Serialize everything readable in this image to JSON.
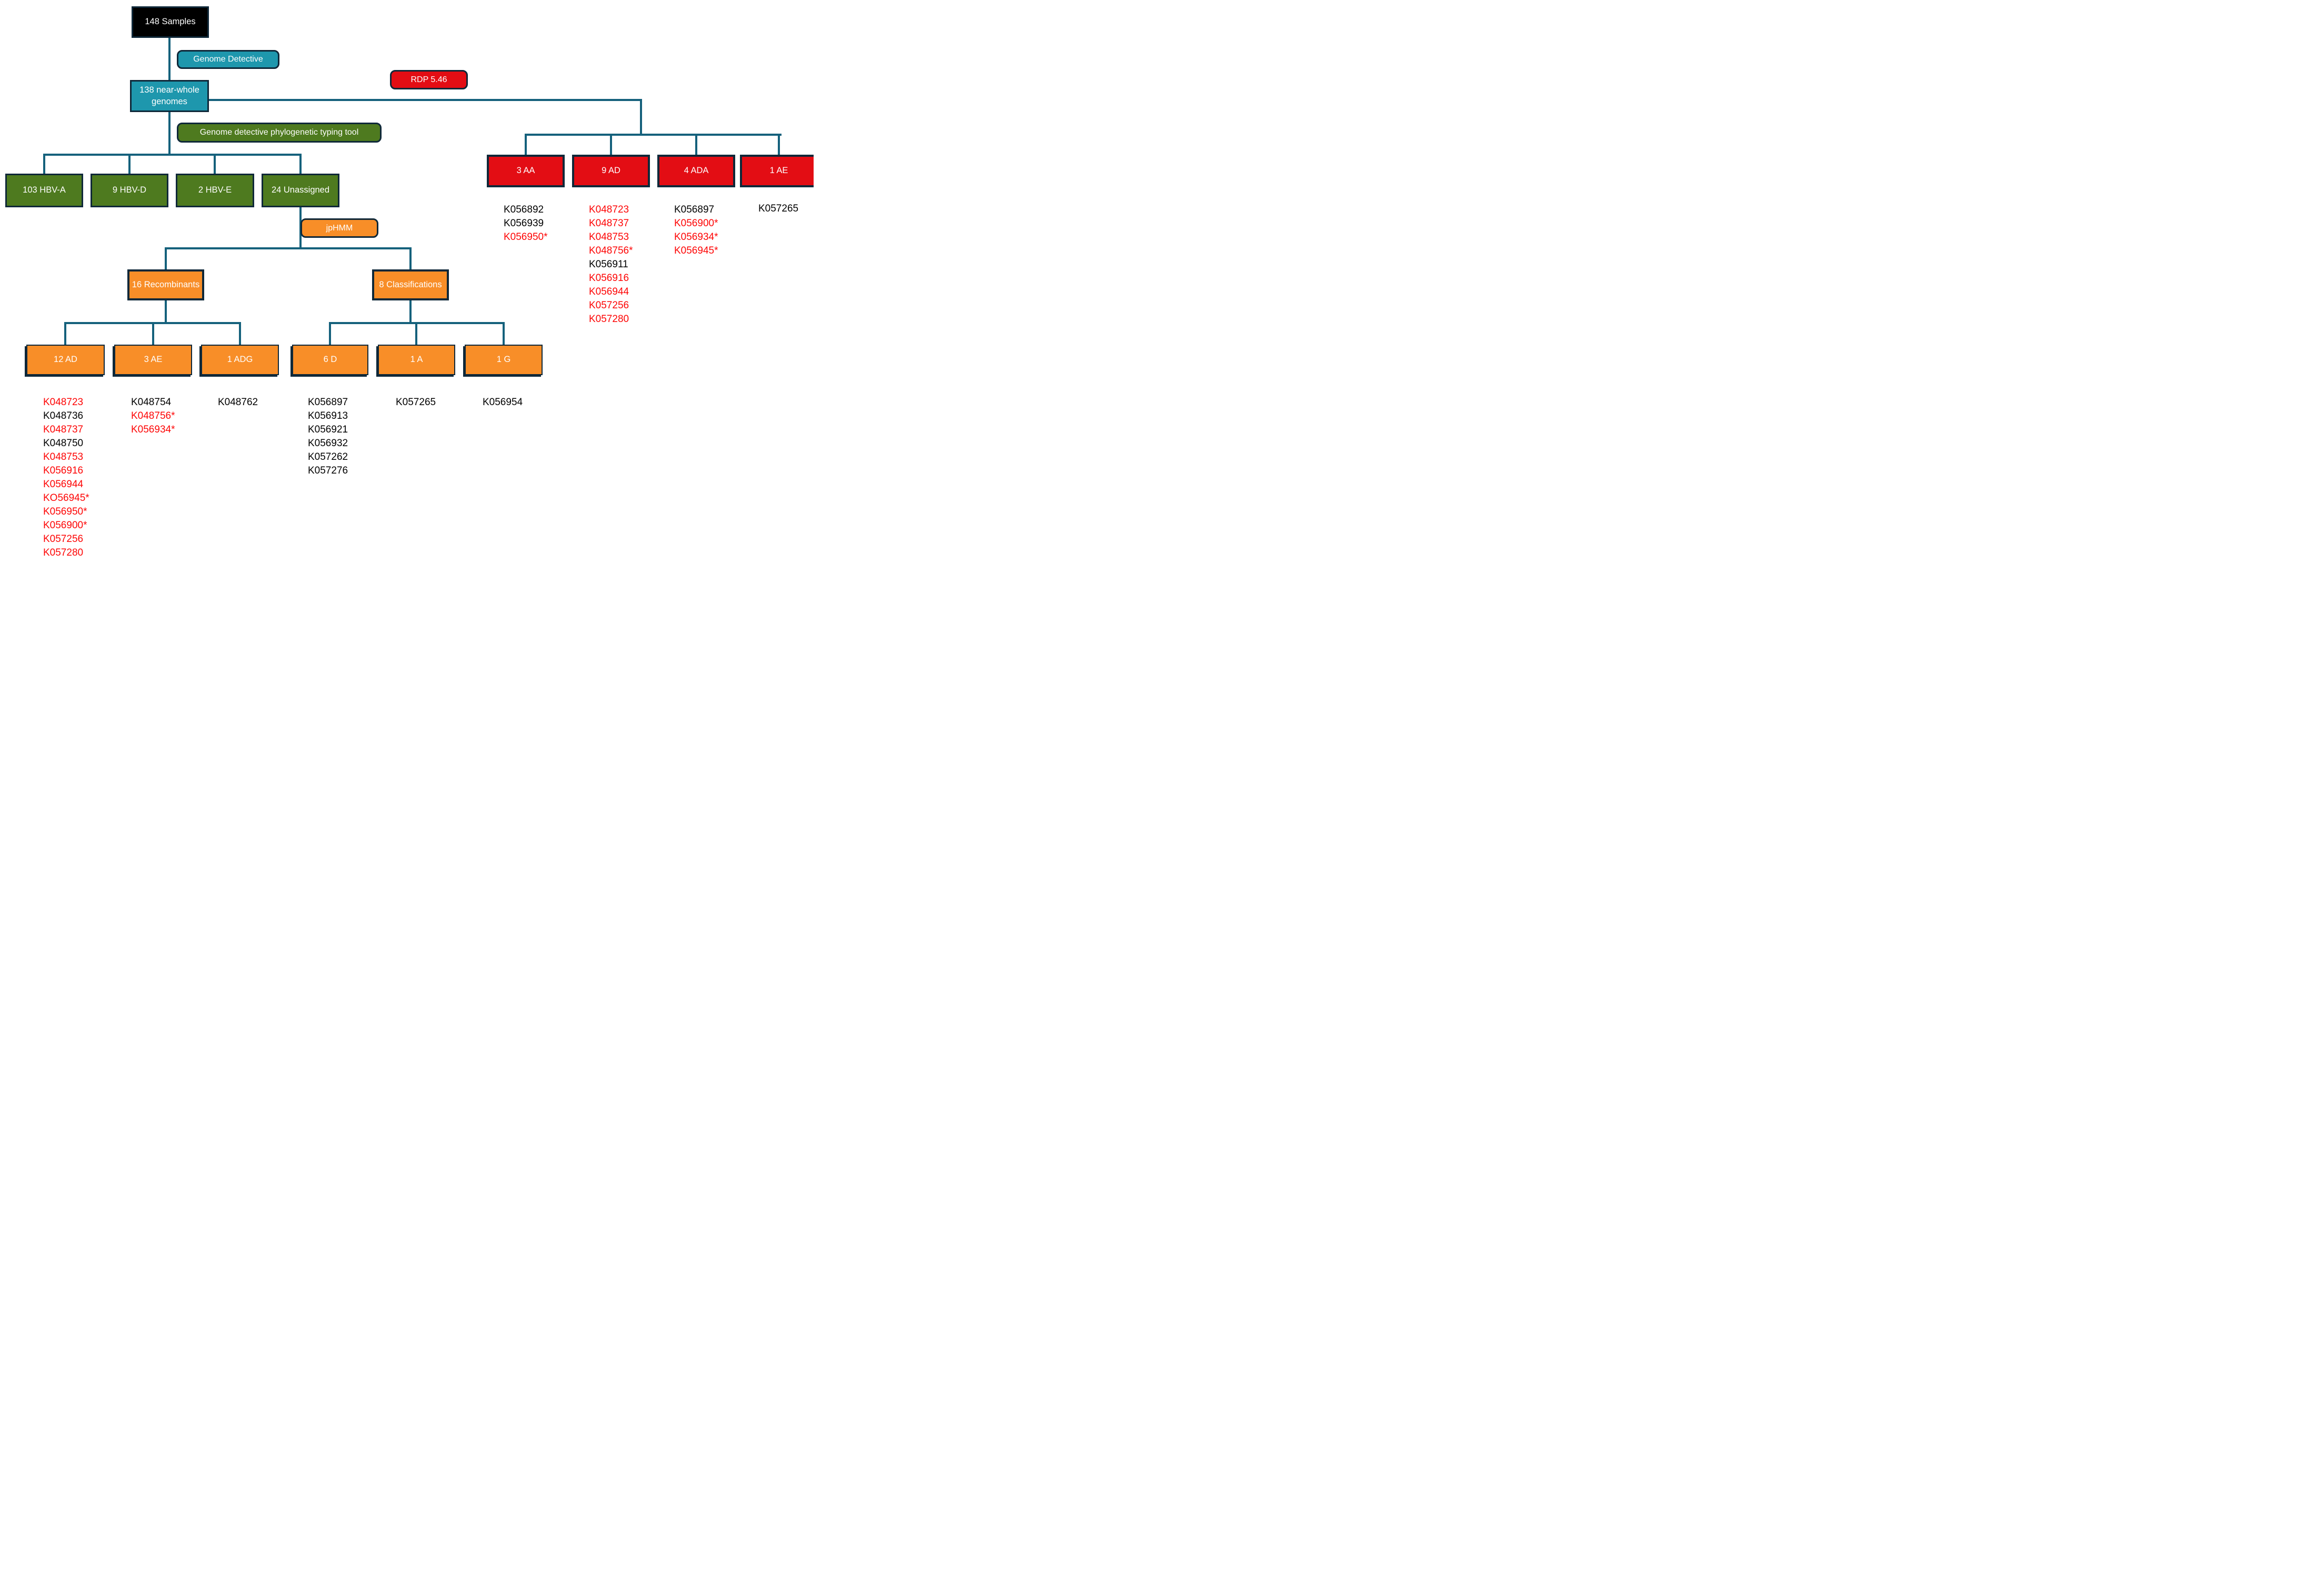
{
  "colors": {
    "teal": "#1e97ad",
    "green": "#4e7a1f",
    "orange": "#f88e28",
    "redbox": "#e30d14",
    "redtext": "#fe0505",
    "border": "#0f2839",
    "line": "#15617c"
  },
  "figure": {
    "root_box": "148 Samples",
    "tools": {
      "genome_detective": "Genome Detective",
      "rdp": "RDP 5.46",
      "typing_tool": "Genome detective phylogenetic typing tool",
      "jphmm": "jpHMM"
    },
    "nodes": {
      "near_whole_genomes": "138 near-whole genomes",
      "hbv_a": "103 HBV-A",
      "hbv_d": "9 HBV-D",
      "hbv_e": "2 HBV-E",
      "unassigned": "24 Unassigned",
      "recombinants": "16 Recombinants",
      "classifications": "8 Classifications",
      "ad12": "12 AD",
      "ae3": "3 AE",
      "adg1": "1 ADG",
      "d6": "6 D",
      "a1": "1 A",
      "g1": "1 G",
      "aa3": "3 AA",
      "ad9": "9 AD",
      "ada4": "4 ADA",
      "ae1": "1 AE"
    }
  },
  "lists": {
    "aa3": [
      {
        "t": "K056892",
        "red": false
      },
      {
        "t": "K056939",
        "red": false
      },
      {
        "t": "K056950*",
        "red": true
      }
    ],
    "ad9": [
      {
        "t": "K048723",
        "red": true
      },
      {
        "t": "K048737",
        "red": true
      },
      {
        "t": "K048753",
        "red": true
      },
      {
        "t": "K048756*",
        "red": true
      },
      {
        "t": "K056911",
        "red": false
      },
      {
        "t": "K056916",
        "red": true
      },
      {
        "t": "K056944",
        "red": true
      },
      {
        "t": "K057256",
        "red": true
      },
      {
        "t": "K057280",
        "red": true
      }
    ],
    "ada4": [
      {
        "t": "K056897",
        "red": false
      },
      {
        "t": "K056900*",
        "red": true
      },
      {
        "t": "K056934*",
        "red": true
      },
      {
        "t": "K056945*",
        "red": true
      }
    ],
    "ae1": [
      {
        "t": "K057265",
        "red": false
      }
    ],
    "ad12": [
      {
        "t": "K048723",
        "red": true
      },
      {
        "t": "K048736",
        "red": false
      },
      {
        "t": "K048737",
        "red": true
      },
      {
        "t": "K048750",
        "red": false
      },
      {
        "t": "K048753",
        "red": true
      },
      {
        "t": "K056916",
        "red": true
      },
      {
        "t": "K056944",
        "red": true
      },
      {
        "t": "KO56945*",
        "red": true
      },
      {
        "t": "K056950*",
        "red": true
      },
      {
        "t": "K056900*",
        "red": true
      },
      {
        "t": "K057256",
        "red": true
      },
      {
        "t": "K057280",
        "red": true
      }
    ],
    "ae3": [
      {
        "t": "K048754",
        "red": false
      },
      {
        "t": "K048756*",
        "red": true
      },
      {
        "t": "K056934*",
        "red": true
      }
    ],
    "adg1": [
      {
        "t": "K048762",
        "red": false
      }
    ],
    "d6": [
      {
        "t": "K056897",
        "red": false
      },
      {
        "t": "K056913",
        "red": false
      },
      {
        "t": "K056921",
        "red": false
      },
      {
        "t": "K056932",
        "red": false
      },
      {
        "t": "K057262",
        "red": false
      },
      {
        "t": "K057276",
        "red": false
      }
    ],
    "a1": [
      {
        "t": "K057265",
        "red": false
      }
    ],
    "g1": [
      {
        "t": "K056954",
        "red": false
      }
    ]
  }
}
